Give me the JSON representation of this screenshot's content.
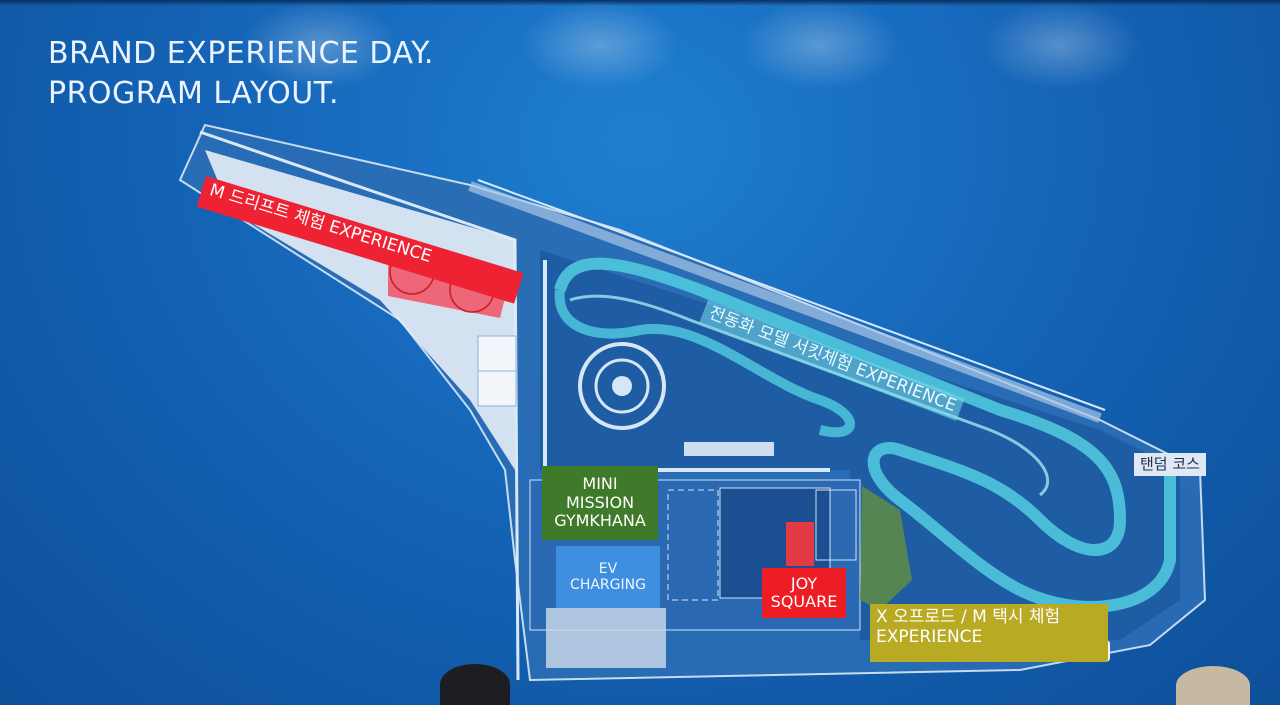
{
  "slide": {
    "title_line1": "BRAND EXPERIENCE DAY.",
    "title_line2": "PROGRAM LAYOUT."
  },
  "zones": {
    "drift": {
      "label": "M 드리프트 체험 EXPERIENCE",
      "color": "#ee2233"
    },
    "ev_circuit": {
      "label": "전동화 모델 서킷체험 EXPERIENCE",
      "color": "#78dceb"
    },
    "tandem": {
      "label": "탠덤 코스",
      "color": "#dfe8f4"
    },
    "mini_gymkhana": {
      "line1": "MINI",
      "line2": "MISSION",
      "line3": "GYMKHANA",
      "color": "#3e7a2a"
    },
    "ev_charging": {
      "line1": "EV",
      "line2": "CHARGING",
      "color": "#3f8fe0"
    },
    "joy_square": {
      "line1": "JOY",
      "line2": "SQUARE",
      "color": "#ee1c25"
    },
    "x_offroad": {
      "line1": "X 오프로드 / M 택시 체험",
      "line2": "EXPERIENCE",
      "color": "#b9aa23"
    }
  },
  "colors": {
    "background": "#1565b8",
    "track": "#4fc6de",
    "site": "#2a6db5"
  }
}
